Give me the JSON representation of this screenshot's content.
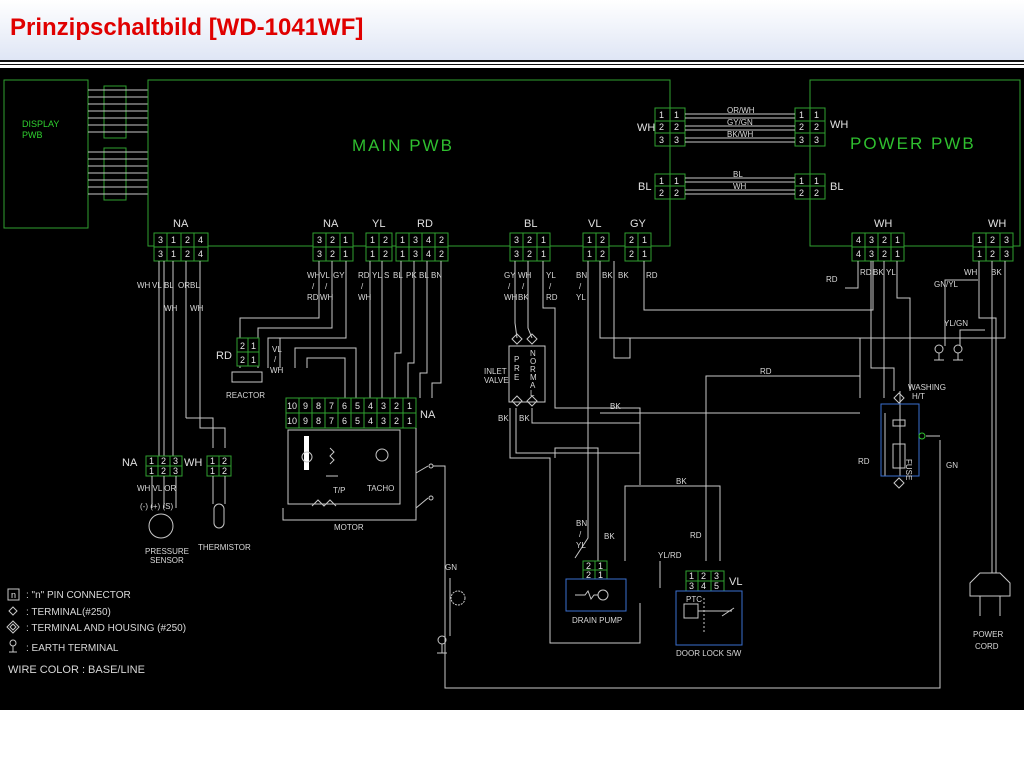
{
  "header": {
    "title": "Prinzipschaltbild [WD-1041WF]"
  },
  "boards": {
    "display": "DISPLAY\nPWB",
    "display_l1": "DISPLAY",
    "display_l2": "PWB",
    "main": "MAIN  PWB",
    "power": "POWER  PWB"
  },
  "connector_labels": {
    "na1": "NA",
    "na2": "NA",
    "yl": "YL",
    "rd": "RD",
    "bl": "BL",
    "vl": "VL",
    "gy": "GY",
    "wh_power1": "WH",
    "wh_power2": "WH",
    "wh_left3": "WH",
    "wh_right3": "WH",
    "bl_left": "BL",
    "bl_right": "BL",
    "na_motor": "NA",
    "rd_reactor": "RD",
    "na_pressure": "NA",
    "wh_thermistor": "WH",
    "vl_doorlock": "VL"
  },
  "wires": {
    "or_wh": "OR/WH",
    "gy_gn": "GY/GN",
    "bk_wh": "BK/WH",
    "bl": "BL",
    "wh": "WH",
    "rd_mid": "RD",
    "bk_mid": "BK",
    "bk_mid2": "BK",
    "rd_door": "RD",
    "yl_rd": "YL/RD",
    "gn_yl": "GN/YL",
    "yl_gn": "YL/GN",
    "gn_left": "GN",
    "gn_right": "GN",
    "rd_heater": "RD",
    "bk_drain": "BK",
    "bk_valve1": "BK",
    "bk_valve2": "BK"
  },
  "colors_under_na1": [
    "WH",
    "VL",
    "BL",
    "OR",
    "BL"
  ],
  "na1_sub": {
    "a": "WH",
    "b": "VL",
    "c": "BL",
    "d": "OR",
    "e": "BL",
    "f": "WH",
    "g": "WH"
  },
  "na2_sub": {
    "a": "WH",
    "b": "VL",
    "c": "GY",
    "d": "/",
    "e": "/",
    "f": "RD",
    "g": "WH"
  },
  "yl_sub": {
    "a": "RD",
    "b": "YL",
    "c": "S",
    "d": "/",
    "e": "WH"
  },
  "rd_sub": {
    "a": "BL",
    "b": "PK",
    "c": "BL",
    "d": "BN"
  },
  "bl_sub": {
    "a": "GY",
    "b": "WH",
    "c": "YL",
    "d": "/",
    "e": "/",
    "f": "/",
    "g": "WH",
    "h": "BK",
    "i": "RD"
  },
  "vl_sub": {
    "a": "BN",
    "b": "/",
    "c": "YL",
    "d": "BK",
    "e": "BK"
  },
  "gy_sub": {
    "a": "RD"
  },
  "wh_power_sub": {
    "a": "RD",
    "b": "BK",
    "c": "YL",
    "d": "RD"
  },
  "wh_power2_sub": {
    "a": "WH",
    "b": "BK"
  },
  "components": {
    "reactor": "REACTOR",
    "inlet_valve": "INLET\nVALVE",
    "inlet_l1": "INLET",
    "inlet_l2": "VALVE",
    "pre": "P\nR\nE",
    "normal": "N\nO\nR\nM\nA\nL",
    "motor": "MOTOR",
    "tp": "T/P",
    "tacho": "TACHO",
    "pressure_sensor_l1": "PRESSURE",
    "pressure_sensor_l2": "SENSOR",
    "pressure_pins": "(-)  (+)  (S)",
    "pressure_colors": "WH VL OR",
    "thermistor": "THERMISTOR",
    "drain_pump": "DRAIN  PUMP",
    "door_lock": "DOOR LOCK S/W",
    "ptc": "PTC",
    "washing_ht_l1": "WASHING",
    "washing_ht_l2": "H/T",
    "fuse": "FUSE",
    "power_cord_l1": "POWER",
    "power_cord_l2": "CORD",
    "bn_yl": "BN\n/\nYL",
    "reactor_wires": "VL\n/\nWH"
  },
  "legend": {
    "pin_box": "n",
    "pin_connector": ":  \"n\"  PIN CONNECTOR",
    "terminal": ":  TERMINAL(#250)",
    "terminal_housing": ":  TERMINAL  AND  HOUSING  (#250)",
    "earth": ":  EARTH TERMINAL",
    "wire_color": "WIRE COLOR : BASE/LINE"
  }
}
